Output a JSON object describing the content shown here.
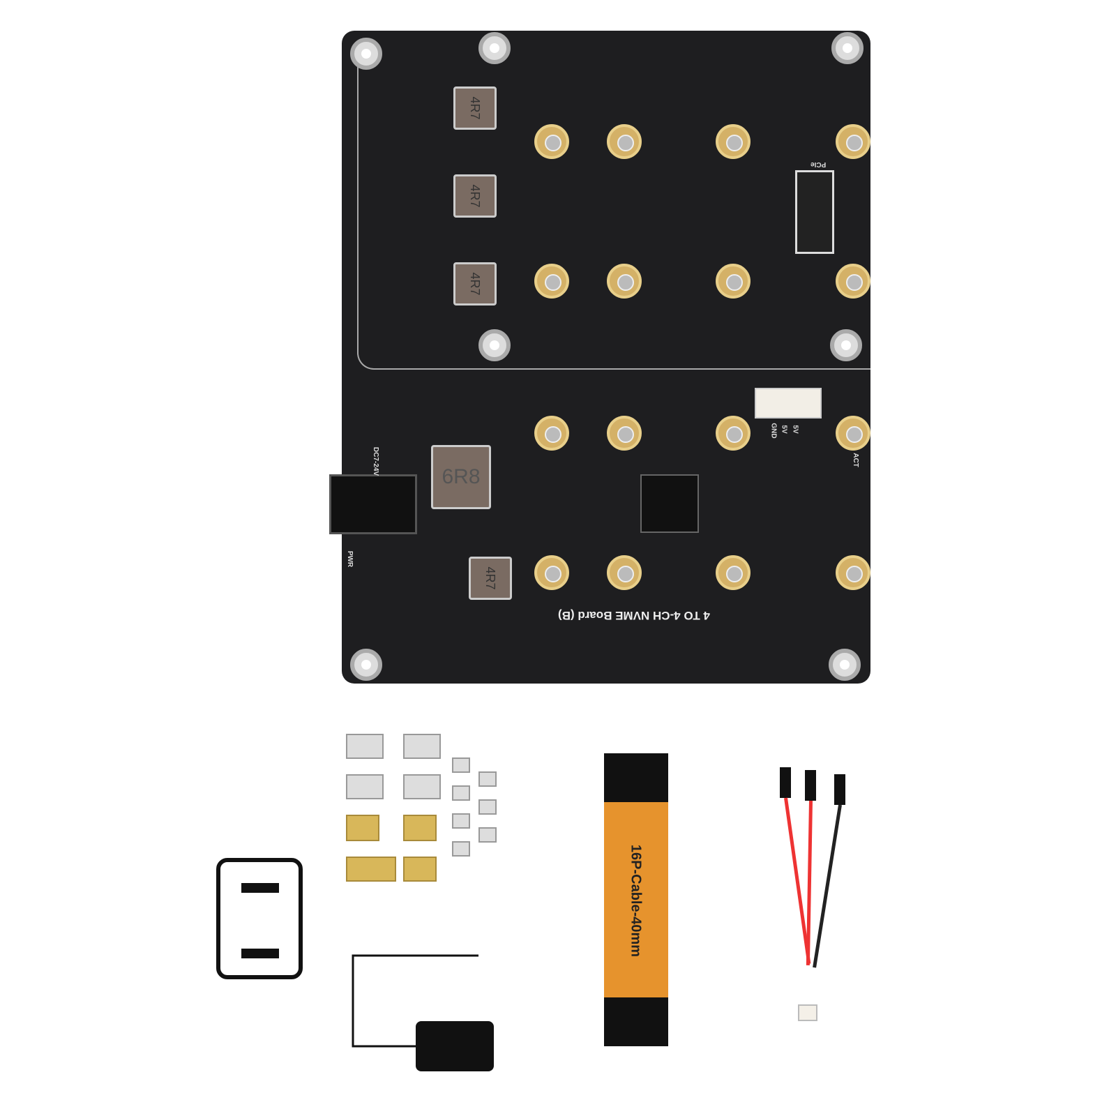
{
  "board": {
    "title": "4 TO 4-CH NVME Board (B)",
    "inductor_label": "4R7",
    "main_inductor_label": "6R8",
    "power_label": "DC7-24V",
    "pcie_label": "PCIe",
    "pwr_led_label": "PWR",
    "act_label": "ACT",
    "fan_pins": [
      "GND",
      "5V",
      "5V"
    ]
  },
  "accessories": {
    "cable_label": "16P-Cable-40mm"
  },
  "colors": {
    "pcb": "#1e1e20",
    "gold": "#d4b167",
    "cable": "#e6932d"
  }
}
